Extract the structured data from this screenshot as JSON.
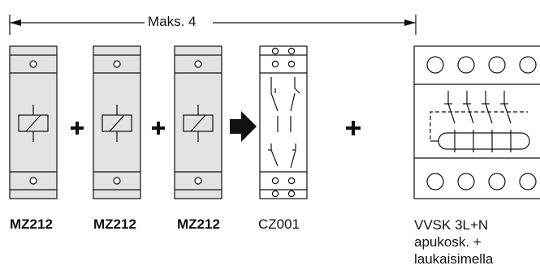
{
  "dimension": {
    "label": "Maks. 4"
  },
  "modules": [
    {
      "label": "MZ212"
    },
    {
      "label": "MZ212"
    },
    {
      "label": "MZ212"
    },
    {
      "label": "CZ001"
    }
  ],
  "switch": {
    "lines": [
      "VVSK 3L+N",
      "apukosk. +",
      "laukaisimella"
    ]
  },
  "colors": {
    "module_fill": "#e3e3e3",
    "stroke": "#111111",
    "panel_fill": "#ffffff"
  }
}
